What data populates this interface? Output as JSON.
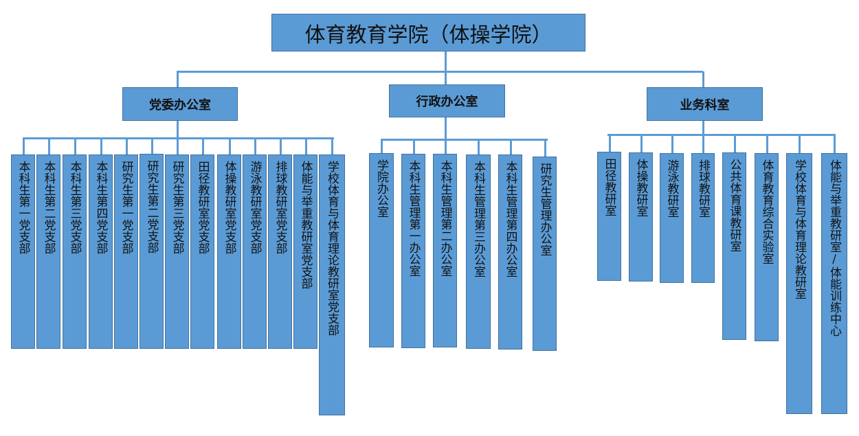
{
  "root": {
    "label": "体育教育学院（体操学院）"
  },
  "groups": [
    {
      "label": "党委办公室",
      "children": [
        "本科生第一党支部",
        "本科生第二党支部",
        "本科生第三党支部",
        "本科生第四党支部",
        "研究生第一党支部",
        "研究生第二党支部",
        "研究生第三党支部",
        "田径教研室党支部",
        "体操教研室党支部",
        "游泳教研室党支部",
        "排球教研室党支部",
        "体能与举重教研室党支部",
        "学校体育与体育理论教研室党支部"
      ]
    },
    {
      "label": "行政办公室",
      "children": [
        "学院办公室",
        "本科生管理第一办公室",
        "本科生管理第二办公室",
        "本科生管理第三办公室",
        "本科生管理第四办公室",
        "研究生管理办公室"
      ]
    },
    {
      "label": "业务科室",
      "children": [
        "田径教研室",
        "体操教研室",
        "游泳教研室",
        "排球教研室",
        "公共体育课教研室",
        "体育教育综合实验室",
        "学校体育与体育理论教研室",
        "体能与举重教研室/体能训练中心"
      ]
    }
  ],
  "colors": {
    "box_fill": "#5b9bd5",
    "box_border": "#41719c",
    "connector": "#5b9bd5"
  }
}
